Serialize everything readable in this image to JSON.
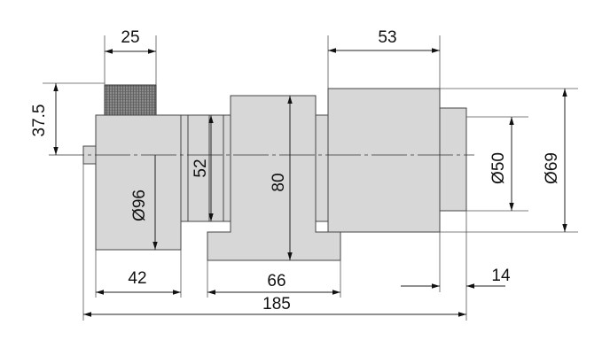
{
  "dimensions": {
    "top_width": "25",
    "top_height": "37.5",
    "housing_width": "53",
    "flange_dia": "Ø96",
    "collar_dia": "52",
    "block_height": "80",
    "nose_dia": "Ø50",
    "housing_dia": "Ø69",
    "body_width": "42",
    "block_width": "66",
    "nose_length": "14",
    "overall_length": "185"
  },
  "colors": {
    "part_fill": "#d7d7d7",
    "knurl": "#555555",
    "line": "#222222"
  }
}
